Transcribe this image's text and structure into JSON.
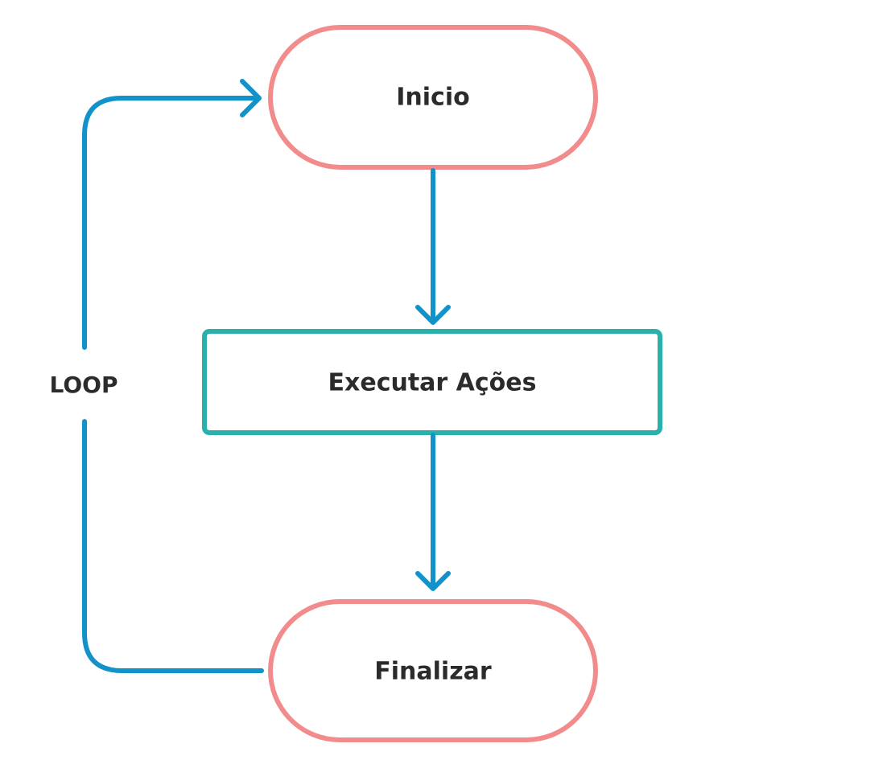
{
  "colors": {
    "terminal_stroke": "#f28b8b",
    "process_stroke": "#2ab0ad",
    "arrow": "#1192c9",
    "text": "#2b2b2b",
    "background": "#ffffff"
  },
  "nodes": {
    "start": {
      "label": "Inicio",
      "shape": "rounded-terminal"
    },
    "process": {
      "label": "Executar Ações",
      "shape": "rectangle"
    },
    "end": {
      "label": "Finalizar",
      "shape": "rounded-terminal"
    }
  },
  "edges": [
    {
      "from": "start",
      "to": "process"
    },
    {
      "from": "process",
      "to": "end"
    },
    {
      "from": "end",
      "to": "start",
      "label": "LOOP"
    }
  ],
  "loop": {
    "label": "LOOP"
  }
}
